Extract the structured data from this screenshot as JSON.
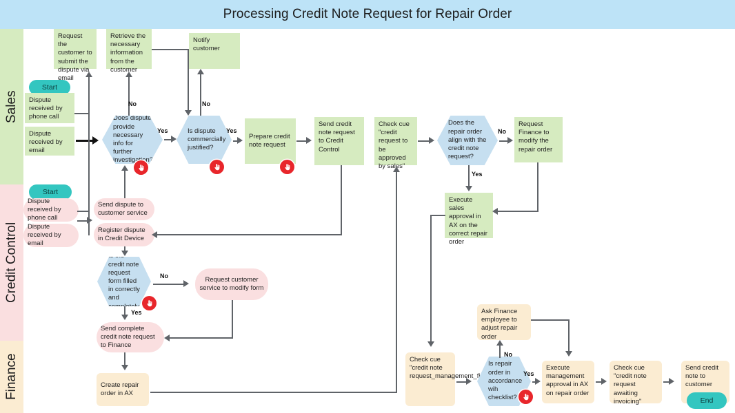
{
  "header": {
    "title": "Processing Credit Note Request for Repair Order"
  },
  "lanes": [
    {
      "id": "sales",
      "label": "Sales",
      "color": "#d6ebc0"
    },
    {
      "id": "credit-control",
      "label": "Credit Control",
      "color": "#fadfe0"
    },
    {
      "id": "finance",
      "label": "Finance",
      "color": "#fbecd2"
    }
  ],
  "nodes": {
    "request_submit_email": "Request the customer to submit the dispute via email",
    "retrieve_info": "Retrieve the necessary information from the customer",
    "notify_customer": "Notify customer",
    "start_sales": "Start",
    "dispute_phone_sales": "Dispute received by phone call",
    "dispute_email_sales": "Dispute received by email",
    "q_necessary_info": "Does dispute provide necessary info for further investigation?",
    "q_commercially_justified": "Is dispute commercially justified?",
    "prepare_credit_note": "Prepare credit note request",
    "send_credit_note_cc": "Send credit note request to Credit Control",
    "check_cue_approved_sales": "Check cue \"credit request to be approved by sales\"",
    "q_repair_order_align": "Does the repair order align with the credit note request?",
    "request_finance_modify": "Request Finance to modify the repair order",
    "execute_sales_approval": "Execute sales approval in AX on the correct repair order",
    "start_cc": "Start",
    "dispute_phone_cc": "Dispute received by phone call",
    "dispute_email_cc": "Dispute received by email",
    "send_dispute_cs": "Send dispute to customer service",
    "register_dispute": "Register dispute in Credit Device",
    "q_form_filled": "Is the credit note request form filled in correctly and completely",
    "request_cs_modify_form": "Request customer service to modify form",
    "send_complete_finance": "Send complete credit note request to Finance",
    "create_repair_order": "Create repair order in AX",
    "check_cue_mgmt_final": "Check cue \"credit note request_management_final\"",
    "ask_finance_adjust": "Ask Finance employee to adjust repair order",
    "q_repair_checklist": "Is repair order in accordance wih checklist?",
    "execute_mgmt_approval": "Execute management approval in AX on repair order",
    "check_cue_awaiting_inv": "Check cue \"credit note request awaiting invoicing\"",
    "send_credit_note_customer": "Send credit note to customer",
    "end_finance": "End"
  },
  "edge_labels": {
    "no_necessary_info": "No",
    "yes_necessary_info": "Yes",
    "no_commercial": "No",
    "yes_commercial": "Yes",
    "no_align": "No",
    "yes_align": "Yes",
    "no_form": "No",
    "yes_form": "Yes",
    "no_checklist": "No",
    "yes_checklist": "Yes"
  },
  "badges": {
    "icon": "touch-hand-icon",
    "color": "#e8262b",
    "on": [
      "q_necessary_info",
      "q_commercially_justified",
      "prepare_credit_note",
      "q_form_filled",
      "q_repair_checklist"
    ]
  },
  "colors": {
    "banner": "#bde3f7",
    "sales_fill": "#d6ebc0",
    "credit_control_fill": "#fadfe0",
    "finance_fill": "#fbecd2",
    "decision_fill": "#c6dff0",
    "terminator_fill": "#33c6c0",
    "connector": "#5f6368"
  }
}
